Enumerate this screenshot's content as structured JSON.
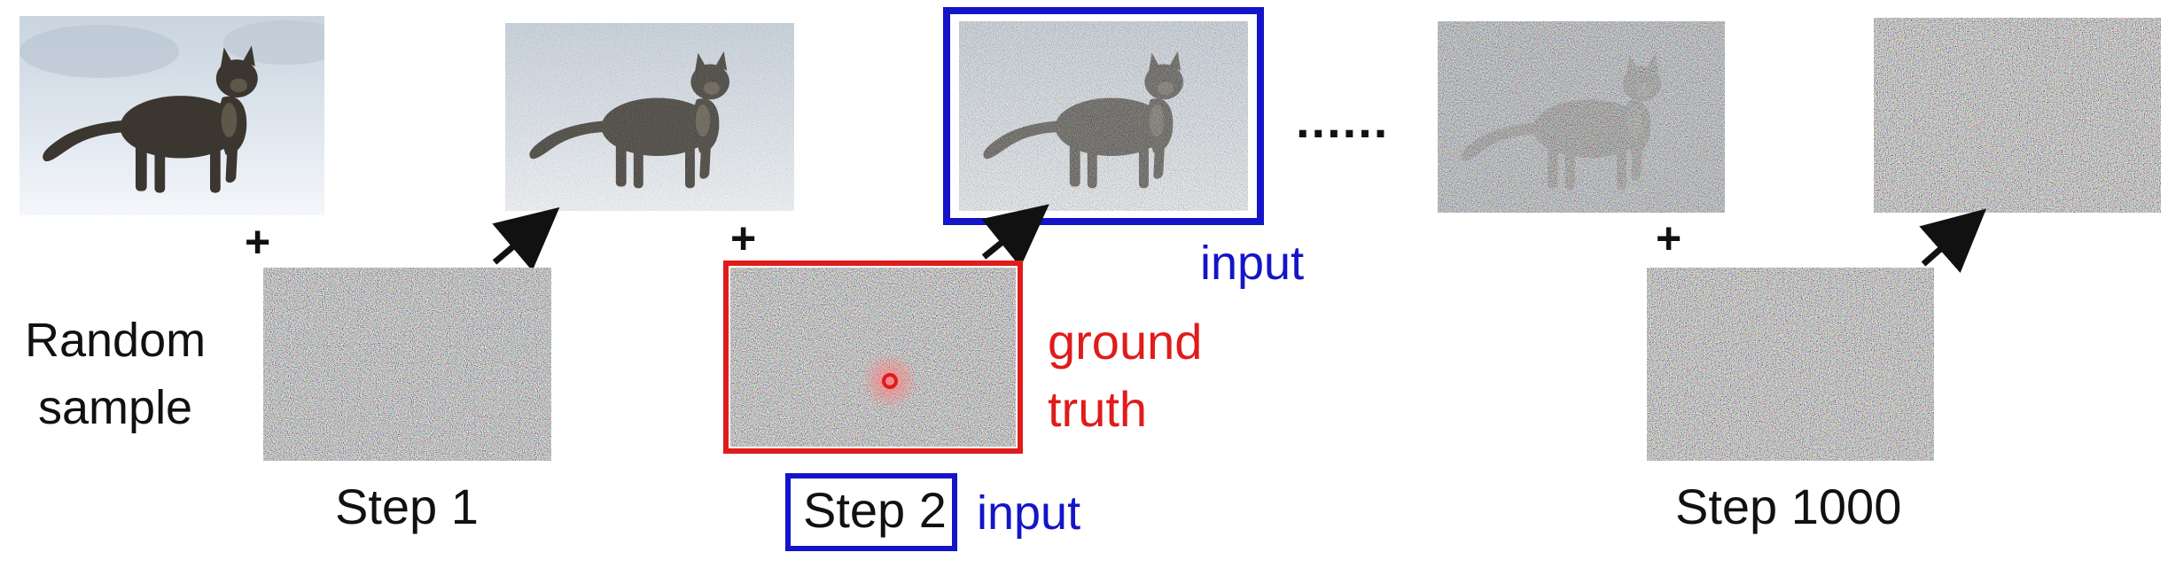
{
  "colors": {
    "input_blue": "#1414c8",
    "ground_truth_red": "#e01b1b",
    "arrow": "#111111",
    "text": "#111111"
  },
  "diagram": {
    "random_sample_label": "Random\nsample",
    "plus_sign": "+",
    "ellipsis": "......",
    "steps": [
      {
        "label": "Step 1"
      },
      {
        "label": "Step 2",
        "input_tag": "input",
        "target_input_tag": "input",
        "noise_tag": "ground\ntruth"
      },
      {
        "label": "Step 1000"
      }
    ]
  }
}
